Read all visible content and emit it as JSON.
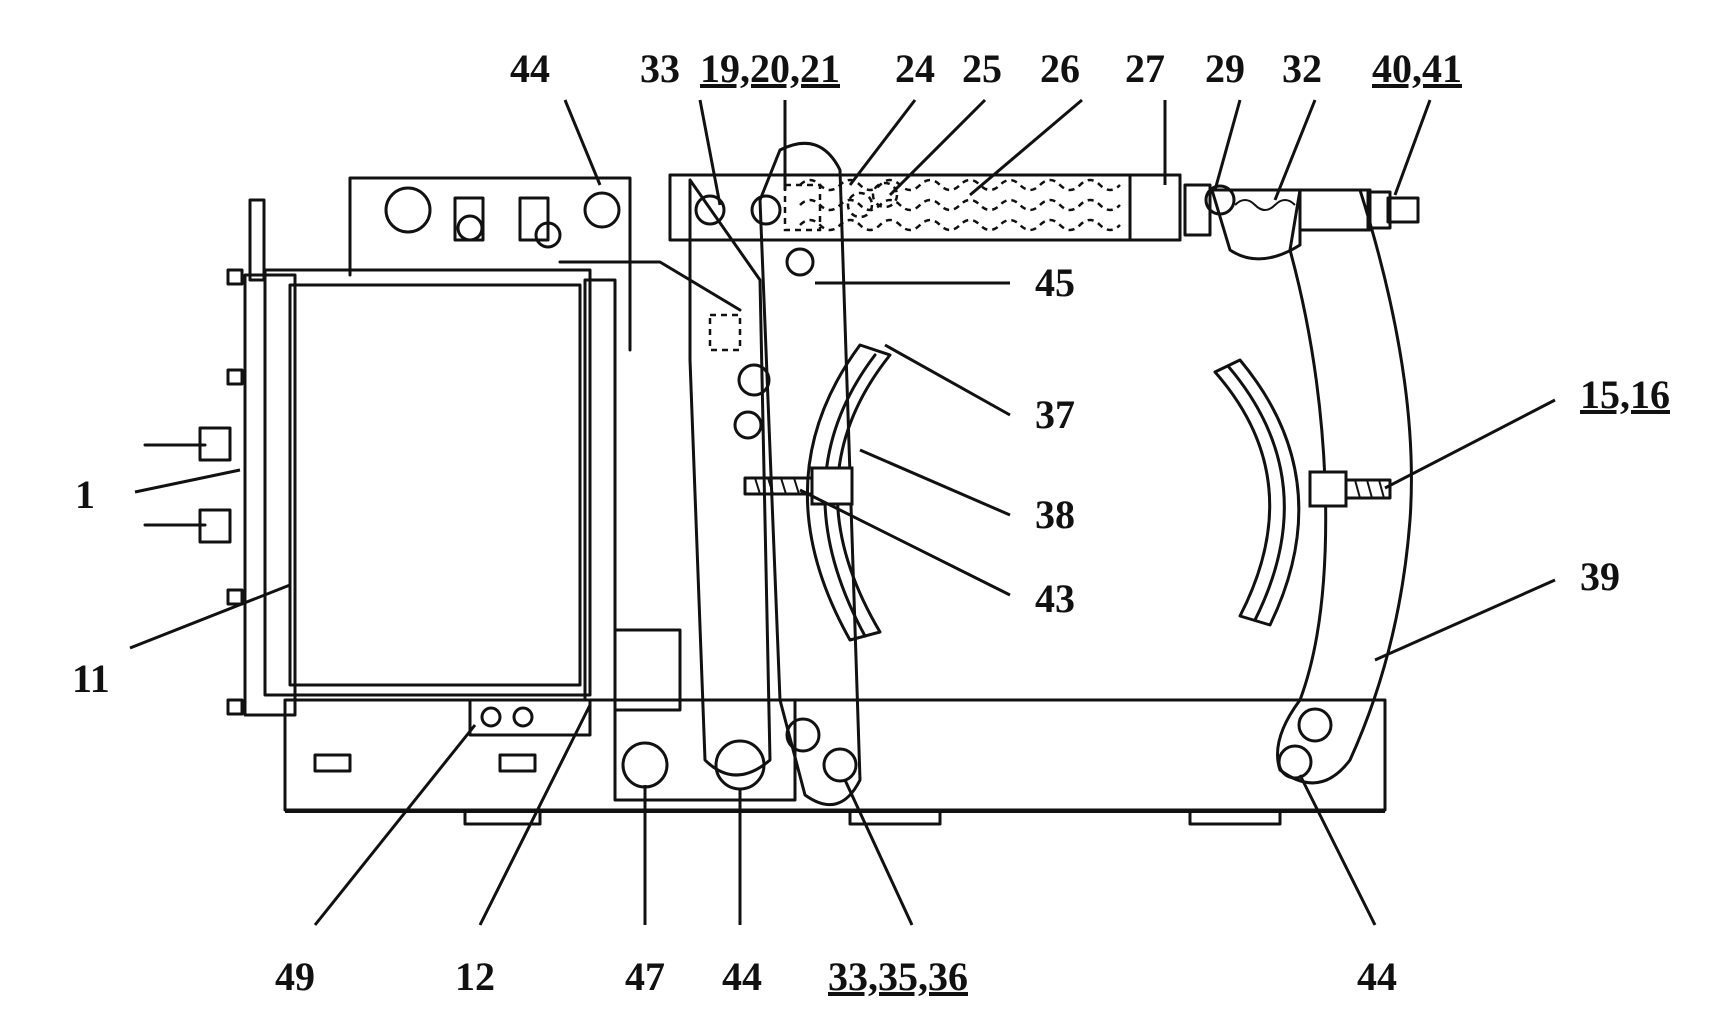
{
  "callouts": [
    {
      "id": "c-44-top",
      "text": "44"
    },
    {
      "id": "c-33-top",
      "text": "33"
    },
    {
      "id": "c-19-20-21",
      "text": "19,20,21"
    },
    {
      "id": "c-24",
      "text": "24"
    },
    {
      "id": "c-25",
      "text": "25"
    },
    {
      "id": "c-26",
      "text": "26"
    },
    {
      "id": "c-27",
      "text": "27"
    },
    {
      "id": "c-29",
      "text": "29"
    },
    {
      "id": "c-32",
      "text": "32"
    },
    {
      "id": "c-40-41",
      "text": "40,41"
    },
    {
      "id": "c-45",
      "text": "45"
    },
    {
      "id": "c-37",
      "text": "37"
    },
    {
      "id": "c-15-16",
      "text": "15,16"
    },
    {
      "id": "c-38",
      "text": "38"
    },
    {
      "id": "c-1",
      "text": "1"
    },
    {
      "id": "c-43",
      "text": "43"
    },
    {
      "id": "c-39",
      "text": "39"
    },
    {
      "id": "c-11",
      "text": "11"
    },
    {
      "id": "c-49",
      "text": "49"
    },
    {
      "id": "c-12",
      "text": "12"
    },
    {
      "id": "c-47",
      "text": "47"
    },
    {
      "id": "c-44-bot-1",
      "text": "44"
    },
    {
      "id": "c-33-35-36",
      "text": "33,35,36"
    },
    {
      "id": "c-44-bot-2",
      "text": "44"
    }
  ]
}
